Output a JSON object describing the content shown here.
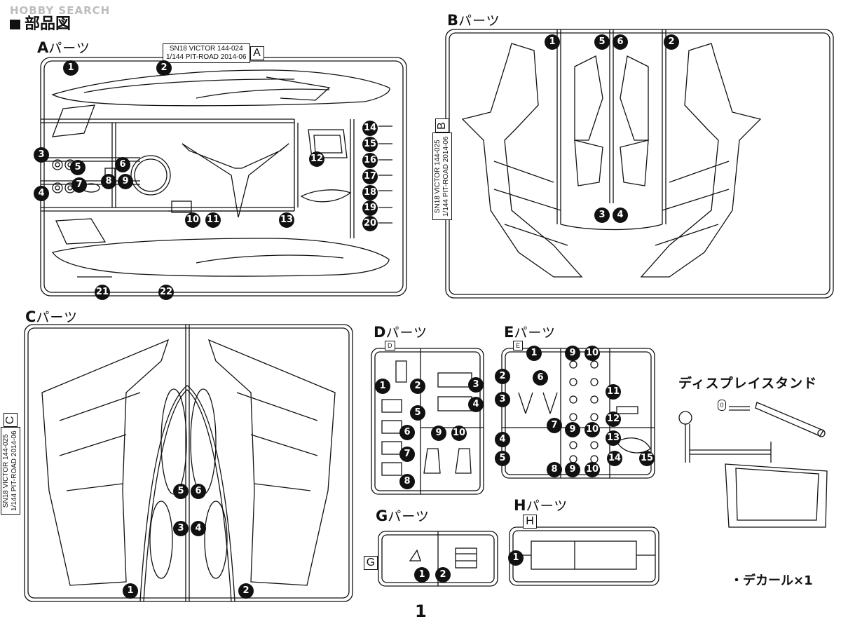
{
  "watermark": "HOBBY SEARCH",
  "page_title": "部品図",
  "page_number": "1",
  "sprues": {
    "A": {
      "letter": "A",
      "label": "パーツ",
      "tag_line1": "SN18 VICTOR  144-024",
      "tag_line2": "1/144  PIT-ROAD  2014-06",
      "tag_letter": "A",
      "numbers": [
        "1",
        "2",
        "3",
        "4",
        "5",
        "6",
        "7",
        "8",
        "9",
        "10",
        "11",
        "12",
        "13",
        "14",
        "15",
        "16",
        "17",
        "18",
        "19",
        "20",
        "21",
        "22"
      ]
    },
    "B": {
      "letter": "B",
      "label": "パーツ",
      "tag_line1": "SN18 VICTOR  144-025",
      "tag_line2": "1/144  PIT-ROAD  2014-06",
      "tag_letter": "B",
      "numbers": [
        "1",
        "5",
        "6",
        "2",
        "3",
        "4"
      ]
    },
    "C": {
      "letter": "C",
      "label": "パーツ",
      "tag_line1": "SN18 VICTOR  144-025",
      "tag_line2": "1/144  PIT-ROAD  2014-06",
      "tag_letter": "C",
      "numbers": [
        "5",
        "6",
        "3",
        "4",
        "1",
        "2"
      ]
    },
    "D": {
      "letter": "D",
      "label": "パーツ",
      "tag_letter": "D",
      "numbers": [
        "1",
        "2",
        "3",
        "4",
        "5",
        "6",
        "7",
        "8",
        "9",
        "10"
      ]
    },
    "E": {
      "letter": "E",
      "label": "パーツ",
      "tag_letter": "E",
      "numbers": [
        "1",
        "9",
        "10",
        "2",
        "6",
        "3",
        "11",
        "12",
        "7",
        "9",
        "10",
        "4",
        "13",
        "5",
        "14",
        "15",
        "8",
        "9",
        "10"
      ]
    },
    "G": {
      "letter": "G",
      "label": "パーツ",
      "tag_letter": "G",
      "numbers": [
        "1",
        "2"
      ]
    },
    "H": {
      "letter": "H",
      "label": "パーツ",
      "tag_letter": "H",
      "numbers": [
        "1"
      ]
    }
  },
  "display_stand": {
    "title": "ディスプレイスタンド",
    "tag": "0"
  },
  "decal": "・デカール×1"
}
